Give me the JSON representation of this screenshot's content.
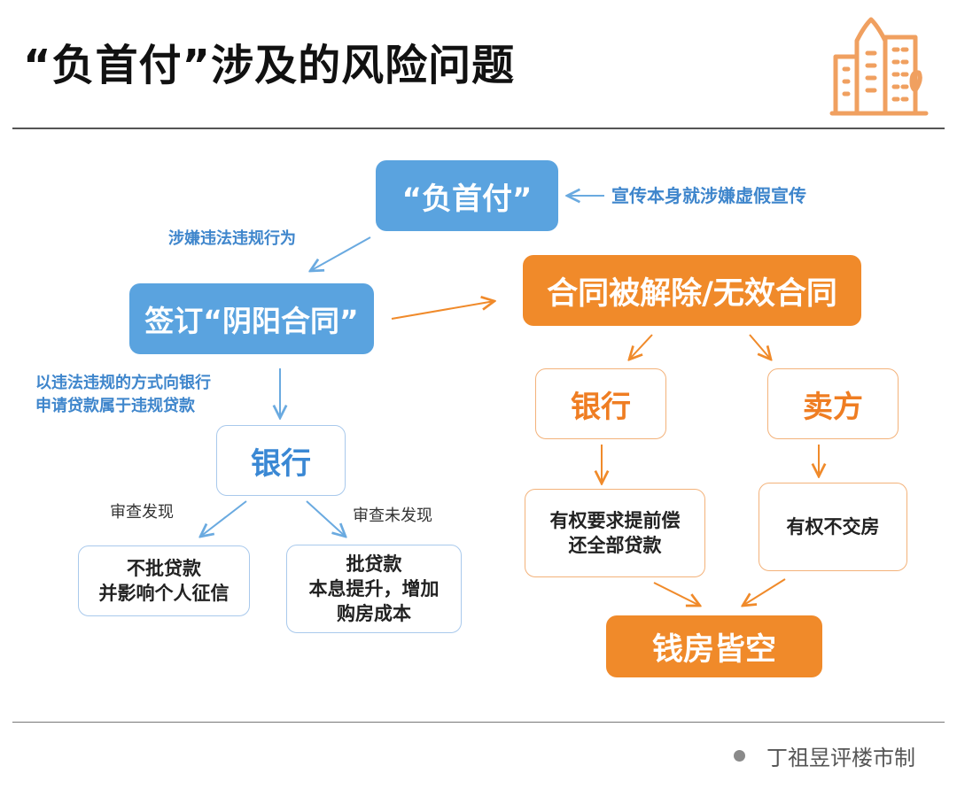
{
  "header": {
    "title": "“负首付”涉及的风险问题"
  },
  "nodes": {
    "negative_down_payment": "“负首付”",
    "yin_yang_contract": "签订“阴阳合同”",
    "contract_void": "合同被解除/无效合同",
    "bank_left": "银行",
    "bank_right": "银行",
    "seller": "卖方",
    "no_loan": [
      "不批贷款",
      "并影响个人征信"
    ],
    "loan_approved": [
      "批贷款",
      "本息提升，增加",
      "购房成本"
    ],
    "bank_right_action": [
      "有权要求提前偿",
      "还全部贷款"
    ],
    "seller_action": "有权不交房",
    "result": "钱房皆空"
  },
  "labels": {
    "fake_promo": "宣传本身就涉嫌虚假宣传",
    "illegal_behavior": "涉嫌违法违规行为",
    "illegal_loan_1": "以违法违规的方式向银行",
    "illegal_loan_2": "申请贷款属于违规贷款",
    "found": "审查发现",
    "not_found": "审查未发现"
  },
  "footer": {
    "credit": "丁祖昱评楼市制"
  },
  "colors": {
    "blue": "#5aa3df",
    "orange": "#f08a2a",
    "blue_text": "#3f86cc",
    "logo_orange": "#f0a060"
  },
  "icons": [
    "buildings-icon"
  ]
}
